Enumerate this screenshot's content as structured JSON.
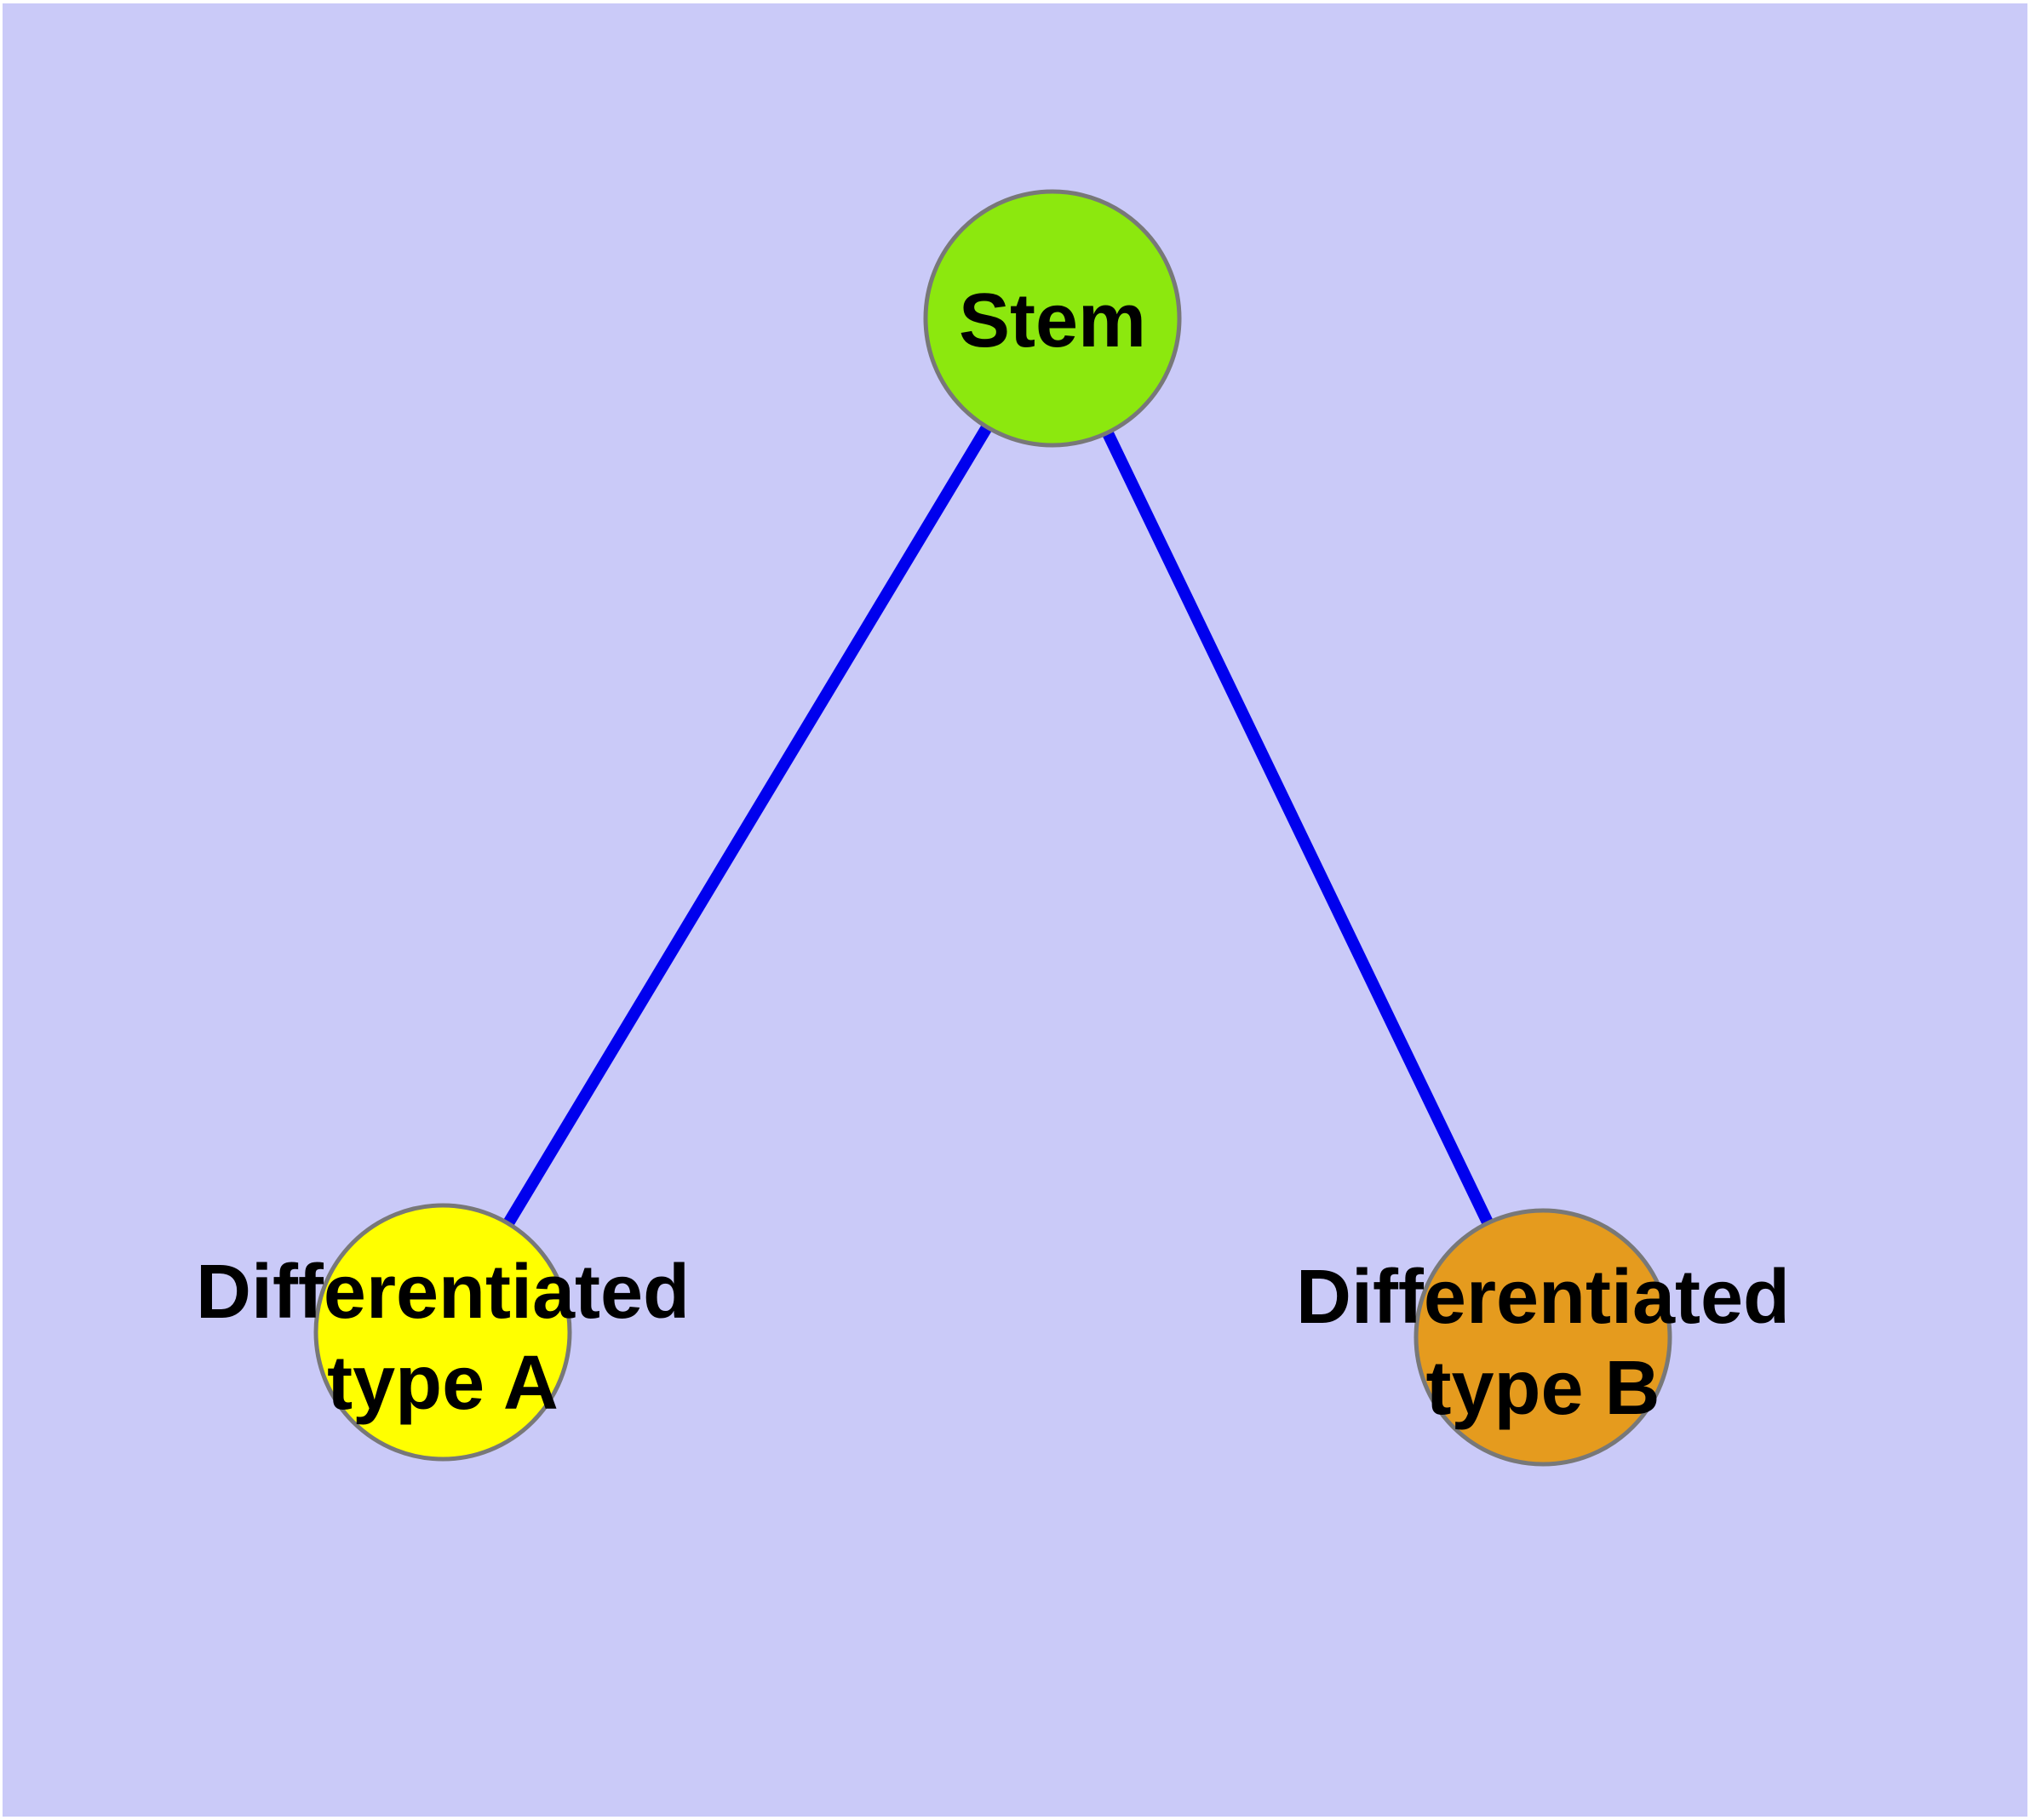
{
  "diagram": {
    "kind": "node-link-graph",
    "background": "#cacaf8",
    "frame_color": "#ffffff",
    "edge_color": "#0000ee",
    "node_border_color": "#787878",
    "text_color": "#000000",
    "nodes": [
      {
        "id": "stem",
        "label": "Stem",
        "label_lines": [
          "Stem"
        ],
        "fill": "#8ce80e",
        "shape": "circle"
      },
      {
        "id": "differentiated-type-a",
        "label": "Differentiated type A",
        "label_lines": [
          "Differentiated",
          "type A"
        ],
        "fill": "#ffff00",
        "shape": "circle"
      },
      {
        "id": "differentiated-type-b",
        "label": "Differentiated type B",
        "label_lines": [
          "Differentiated",
          "type B"
        ],
        "fill": "#e59b1e",
        "shape": "circle"
      }
    ],
    "edges": [
      {
        "from": "stem",
        "to": "differentiated-type-a"
      },
      {
        "from": "stem",
        "to": "differentiated-type-b"
      }
    ]
  }
}
